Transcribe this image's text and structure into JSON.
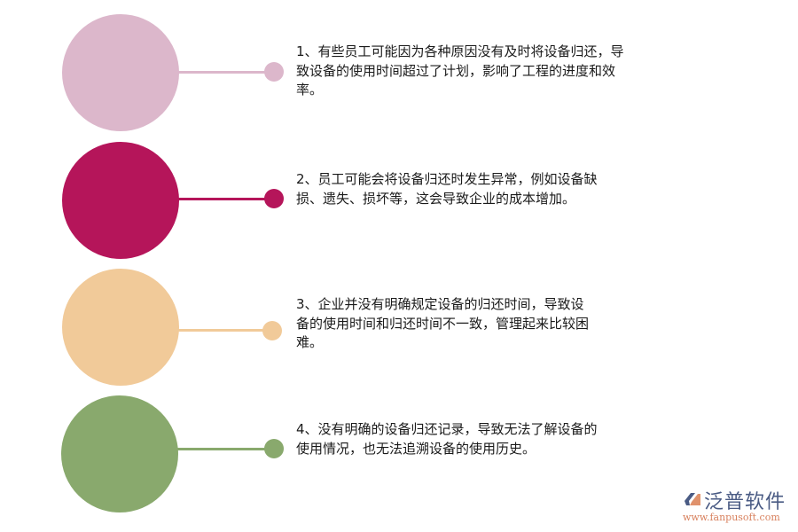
{
  "items": [
    {
      "color": "#dcb7cb",
      "text": "1、有些员工可能因为各种原因没有及时将设备归还，导致设备的使用时间超过了计划，影响了工程的进度和效率。"
    },
    {
      "color": "#b5155a",
      "text": "2、员工可能会将设备归还时发生异常，例如设备缺损、遗失、损坏等，这会导致企业的成本增加。"
    },
    {
      "color": "#f1ca99",
      "text": "3、企业并没有明确规定设备的归还时间，导致设备的使用时间和归还时间不一致，管理起来比较困难。"
    },
    {
      "color": "#89a96d",
      "text": "4、没有明确的设备归还记录，导致无法了解设备的使用情况，也无法追溯设备的使用历史。"
    }
  ],
  "logo": {
    "name": "泛普软件",
    "url": "www.fanpusoft.com",
    "icon": "fanpu-logo-icon"
  }
}
